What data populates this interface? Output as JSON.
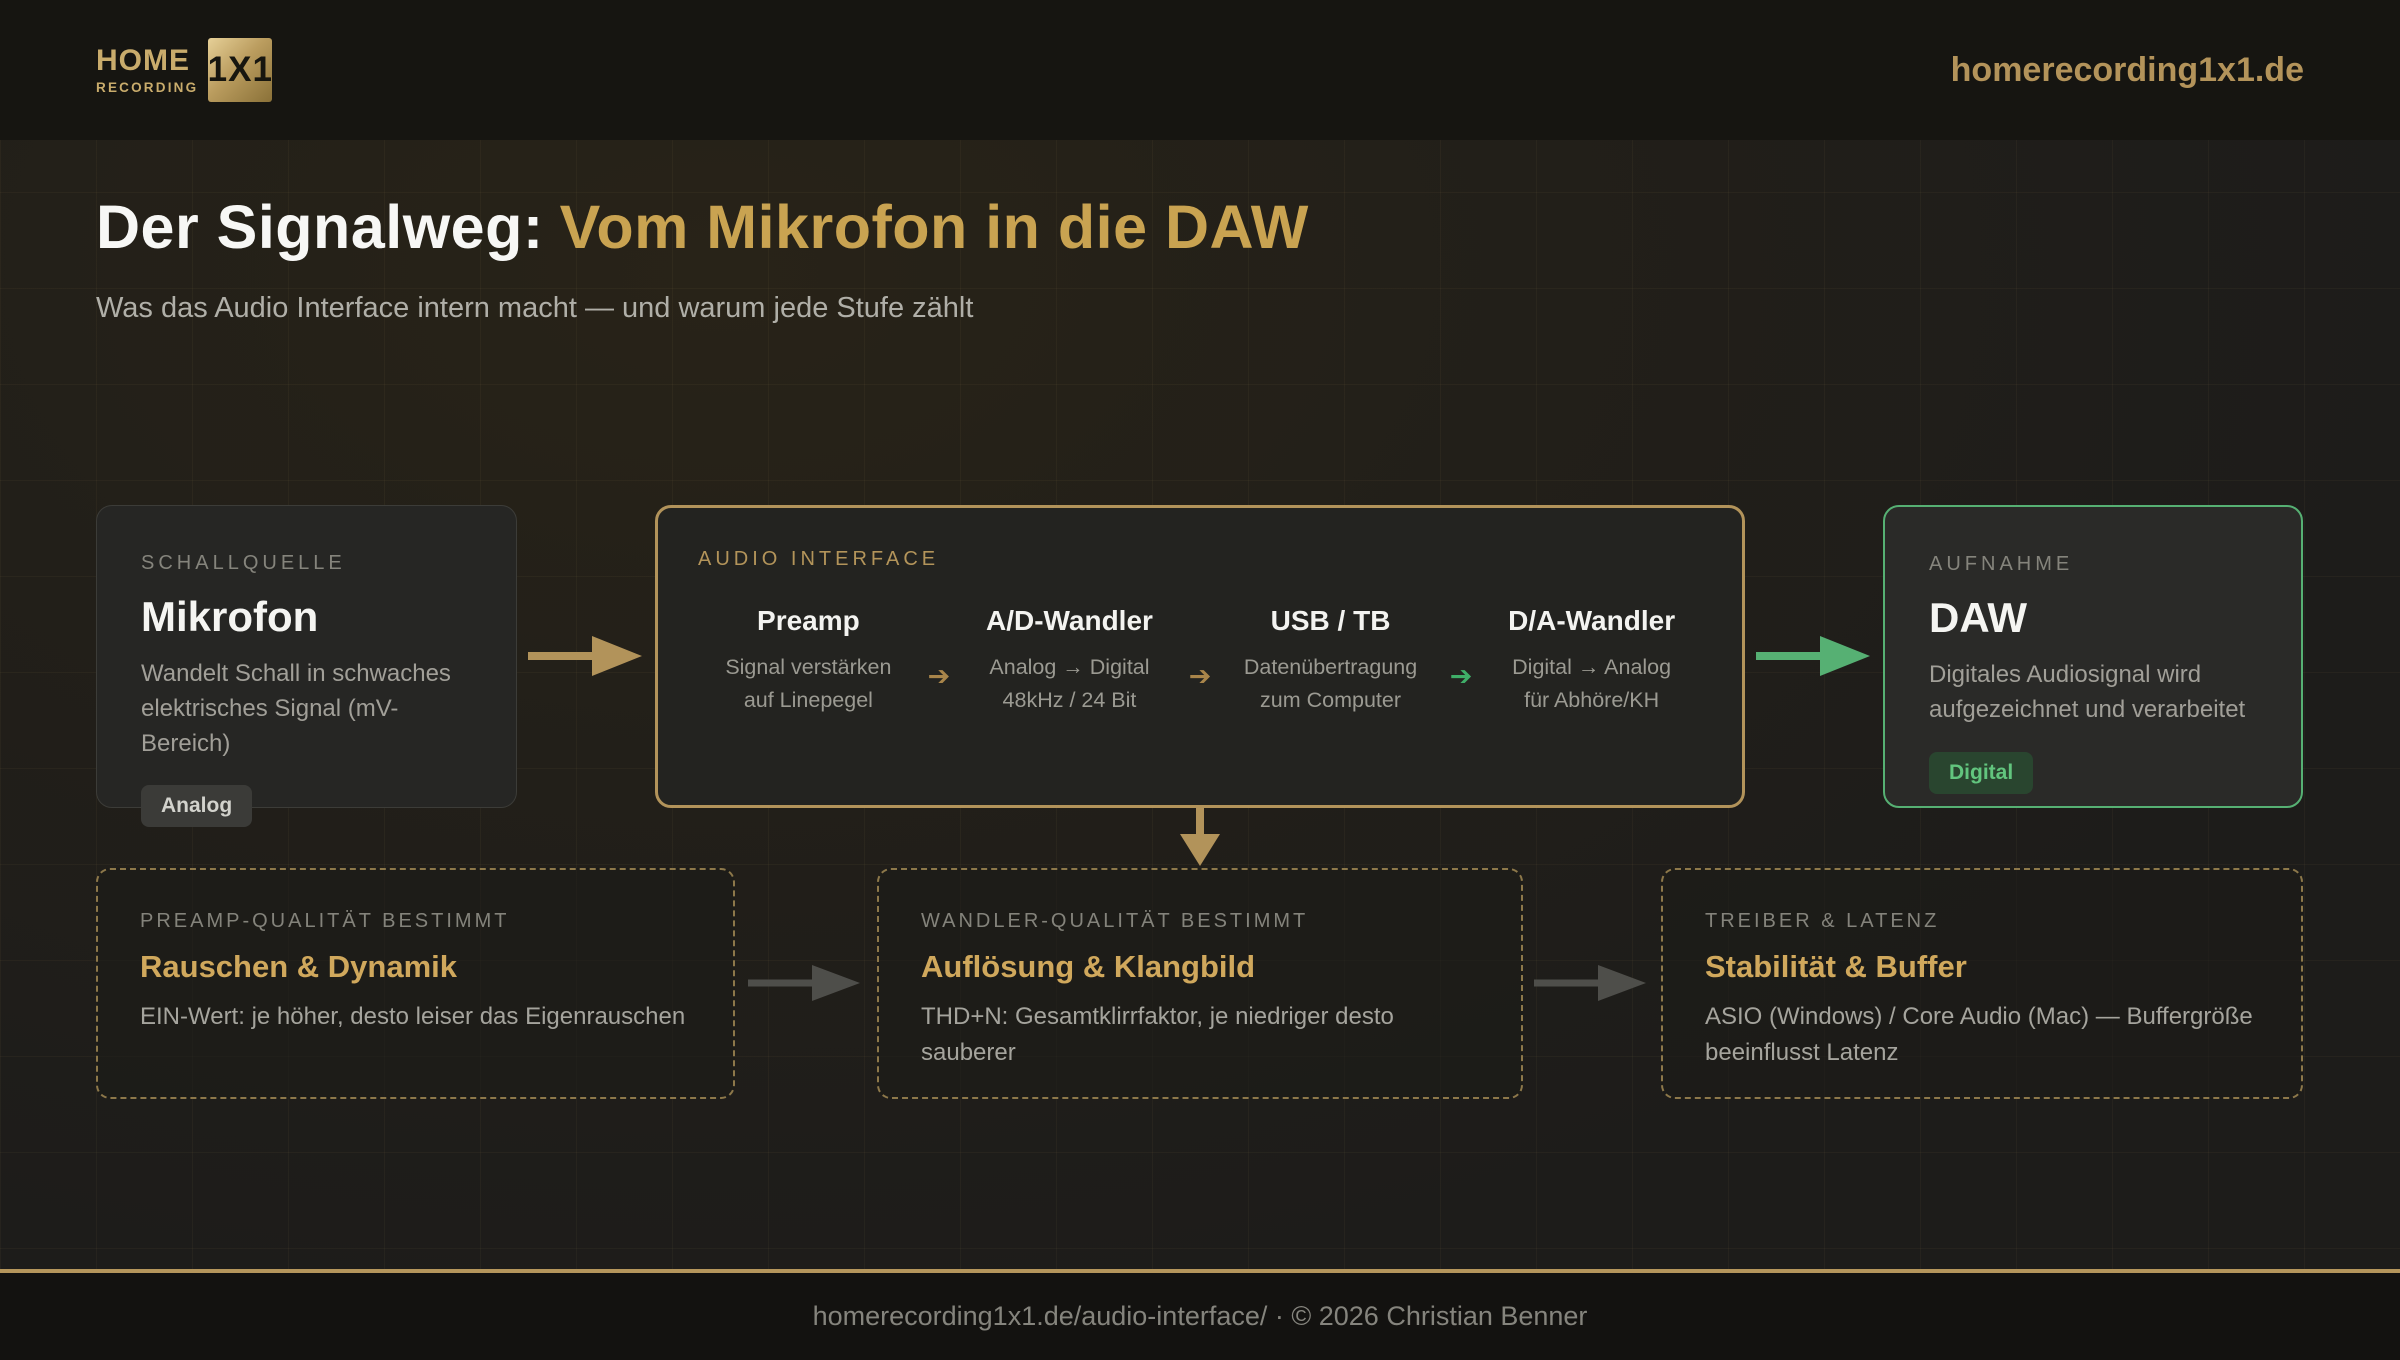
{
  "colors": {
    "gold_accent": "#b2935a",
    "gold_text": "#c9a351",
    "gold_title": "#d0a85c",
    "green_accent": "#56b073",
    "green_text": "#62c57e",
    "gray_arrow": "#4e4e4a",
    "card_bg": "#262624",
    "page_bg": "#221f19"
  },
  "icons": {
    "arrow_right": "➔"
  },
  "header": {
    "logo": {
      "line1": "HOME",
      "line2": "RECORDING",
      "badge": "1X1"
    },
    "site": "homerecording1x1.de"
  },
  "hero": {
    "title_white": "Der Signalweg:",
    "title_gold": "Vom Mikrofon in die DAW",
    "subtitle": "Was das Audio Interface intern macht — und warum jede Stufe zählt"
  },
  "flow": {
    "source": {
      "label": "SCHALLQUELLE",
      "title": "Mikrofon",
      "description": "Wandelt Schall in schwaches elektrisches Signal (mV-Bereich)",
      "badge": "Analog"
    },
    "interface": {
      "label": "AUDIO INTERFACE",
      "stages": [
        {
          "name": "Preamp",
          "line1": "Signal verstärken",
          "line2": "auf Linepegel"
        },
        {
          "name": "A/D-Wandler",
          "line1": "Analog → Digital",
          "line2": "48kHz / 24 Bit"
        },
        {
          "name": "USB / TB",
          "line1": "Datenübertragung",
          "line2": "zum Computer"
        },
        {
          "name": "D/A-Wandler",
          "line1": "Digital → Analog",
          "line2": "für Abhöre/KH"
        }
      ]
    },
    "daw": {
      "label": "AUFNAHME",
      "title": "DAW",
      "description": "Digitales Audiosignal wird aufgezeichnet und verarbeitet",
      "badge": "Digital"
    }
  },
  "details": [
    {
      "label": "PREAMP-QUALITÄT BESTIMMT",
      "title": "Rauschen & Dynamik",
      "description": "EIN-Wert: je höher, desto leiser das Eigenrauschen"
    },
    {
      "label": "WANDLER-QUALITÄT BESTIMMT",
      "title": "Auflösung & Klangbild",
      "description": "THD+N: Gesamtklirrfaktor, je niedriger desto sauberer"
    },
    {
      "label": "TREIBER & LATENZ",
      "title": "Stabilität & Buffer",
      "description": "ASIO (Windows) / Core Audio (Mac) — Buffergröße beeinflusst Latenz"
    }
  ],
  "footer": {
    "text": "homerecording1x1.de/audio-interface/ · © 2026 Christian Benner"
  }
}
